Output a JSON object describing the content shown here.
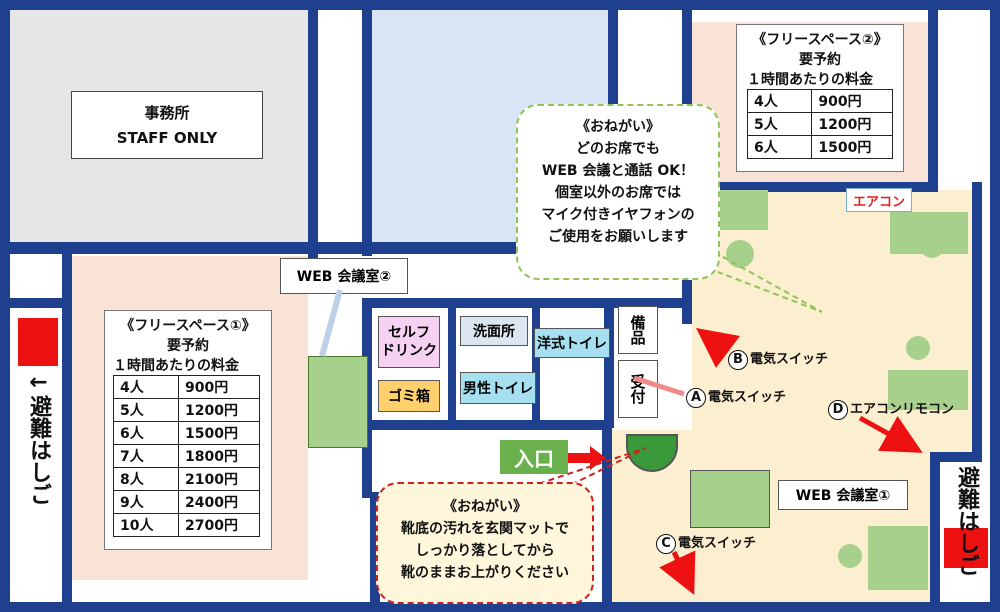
{
  "office": {
    "title": "事務所",
    "subtitle": "STAFF ONLY"
  },
  "free_space_1": {
    "title": "《フリースペース①》",
    "reservation": "要予約",
    "rate_label": "１時間あたりの料金",
    "rows": [
      {
        "people": "4人",
        "price": "900円"
      },
      {
        "people": "5人",
        "price": "1200円"
      },
      {
        "people": "6人",
        "price": "1500円"
      },
      {
        "people": "7人",
        "price": "1800円"
      },
      {
        "people": "8人",
        "price": "2100円"
      },
      {
        "people": "9人",
        "price": "2400円"
      },
      {
        "people": "10人",
        "price": "2700円"
      }
    ]
  },
  "free_space_2": {
    "title": "《フリースペース②》",
    "reservation": "要予約",
    "rate_label": "１時間あたりの料金",
    "rows": [
      {
        "people": "4人",
        "price": "900円"
      },
      {
        "people": "5人",
        "price": "1200円"
      },
      {
        "people": "6人",
        "price": "1500円"
      }
    ]
  },
  "web_room_1": "WEB 会議室①",
  "web_room_2": "WEB 会議室②",
  "facilities": {
    "self_drink": "セルフ\nドリンク",
    "trash": "ゴミ箱",
    "washroom": "洗面所",
    "western_toilet": "洋式トイレ",
    "mens_toilet": "男性トイレ",
    "supplies": "備品",
    "reception": "受付",
    "aircon": "エアコン"
  },
  "entrance": "入口",
  "evac_left": "←避難はしご",
  "evac_right": "避難はしご",
  "switches": {
    "a": {
      "letter": "A",
      "label": "電気スイッチ"
    },
    "b": {
      "letter": "B",
      "label": "電気スイッチ"
    },
    "c": {
      "letter": "C",
      "label": "電気スイッチ"
    },
    "d": {
      "letter": "D",
      "label": "エアコンリモコン"
    }
  },
  "notice_web": {
    "title": "《おねがい》",
    "lines": [
      "どのお席でも",
      "WEB 会議と通話 OK！",
      "個室以外のお席では",
      "マイク付きイヤフォンの",
      "ご使用をお願いします"
    ]
  },
  "notice_shoes": {
    "title": "《おねがい》",
    "lines": [
      "靴底の汚れを玄関マットで",
      "しっかり落としてから",
      "靴のままお上がりください"
    ]
  },
  "colors": {
    "wall": "#1f3f8f",
    "office_gray": "#e6e6e6",
    "blue_room": "#d9e4f5",
    "peach": "#f9e3d6",
    "workspace": "#fcefcf",
    "green": "#a8d08d",
    "red": "#ee1111",
    "entrance_green": "#6ab04c"
  }
}
